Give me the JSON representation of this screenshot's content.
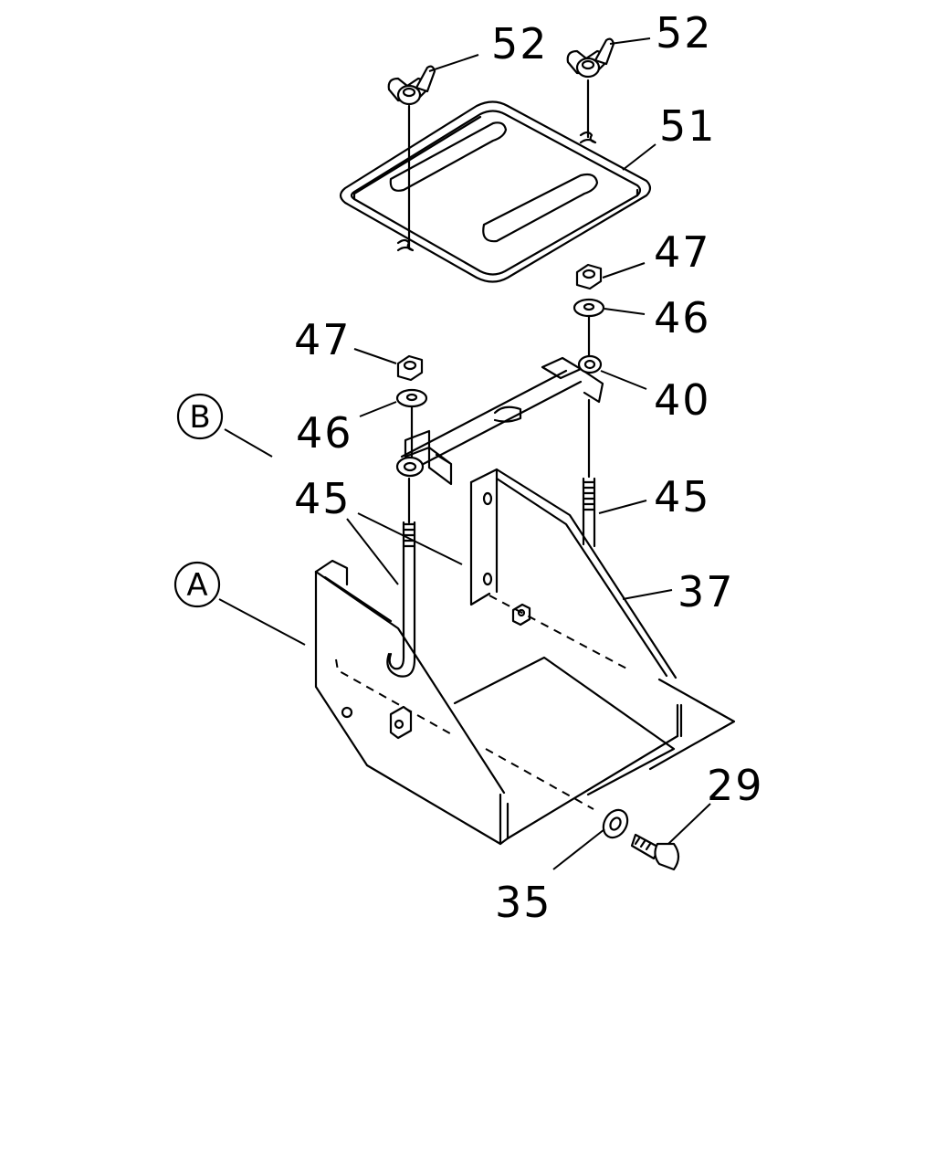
{
  "callouts": {
    "n52a": "52",
    "n52b": "52",
    "n51": "51",
    "n47a": "47",
    "n46a": "46",
    "n47b": "47",
    "n46b": "46",
    "n40": "40",
    "n45a": "45",
    "n45b": "45",
    "n37": "37",
    "n29": "29",
    "n35": "35"
  },
  "markers": {
    "B": "B",
    "A": "A"
  }
}
